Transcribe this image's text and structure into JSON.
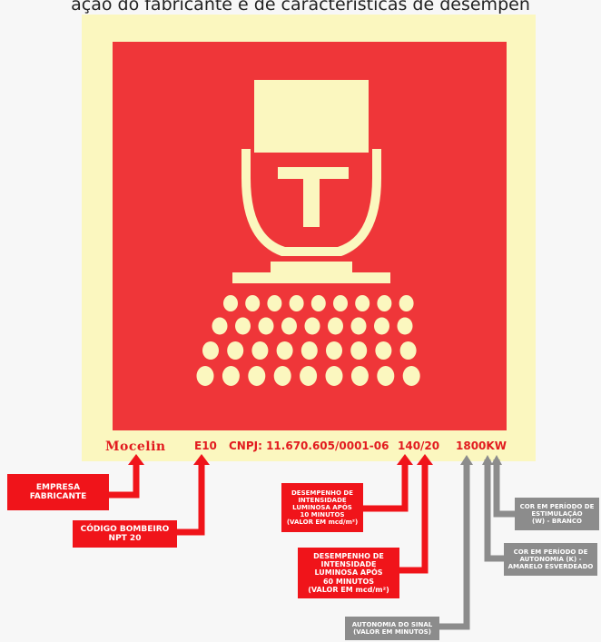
{
  "header_text": "ação do fabricante e de características de desempen",
  "sign": {
    "brand": "Mocelin",
    "code": "E10",
    "cnpj": "CNPJ: 11.670.605/0001-06",
    "performance": "140/20",
    "autonomy_code": "1800KW"
  },
  "labels": {
    "manufacturer": "EMPRESA\nFABRICANTE",
    "fire_code": "CÓDIGO BOMBEIRO\nNPT 20",
    "intensity_10": "DESEMPENHO DE\nINTENSIDADE\nLUMINOSA APÓS\n10 MINUTOS\n(VALOR EM mcd/m²)",
    "intensity_60": "DESEMPENHO DE\nINTENSIDADE\nLUMINOSA APÓS\n60 MINUTOS\n(VALOR EM mcd/m²)",
    "autonomy": "AUTONOMIA DO SINAL\n(VALOR EM MINUTOS)",
    "color_autonomy": "COR EM PERÍODO DE\nAUTONOMIA (K) -\nAMARELO ESVERDEADO",
    "color_stimulation": "COR EM PERÍODO DE\nESTIMULAÇÃO\n(W) - BRANCO"
  },
  "colors": {
    "sign_red": "#ef3639",
    "photoluminescent": "#fbf7bf",
    "label_red": "#f0141a",
    "label_gray": "#8c8c8c"
  }
}
